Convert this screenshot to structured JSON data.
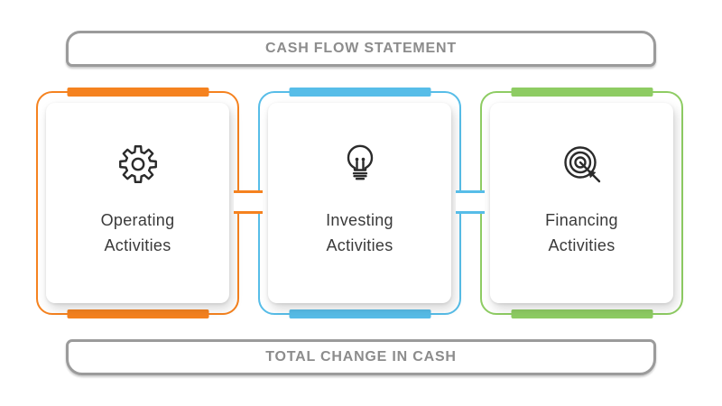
{
  "diagram": {
    "top_banner": {
      "label": "CASH FLOW STATEMENT"
    },
    "bottom_banner": {
      "label": "TOTAL CHANGE IN CASH"
    },
    "boxes": [
      {
        "id": "operating",
        "icon": "gear-icon",
        "line1": "Operating",
        "line2": "Activities",
        "color": "#F5821F"
      },
      {
        "id": "investing",
        "icon": "lightbulb-icon",
        "line1": "Investing",
        "line2": "Activities",
        "color": "#57BDE8"
      },
      {
        "id": "financing",
        "icon": "target-icon",
        "line1": "Financing",
        "line2": "Activities",
        "color": "#8ECC63"
      }
    ],
    "colors": {
      "operating_accent": "#F5821F",
      "investing_accent": "#57BDE8",
      "financing_accent": "#8ECC63",
      "banner_border": "#9B9B9B",
      "banner_text": "#8C8C8C",
      "label_text": "#3A3A3A",
      "icon_stroke": "#2B2B2B",
      "background": "#FFFFFF"
    }
  }
}
